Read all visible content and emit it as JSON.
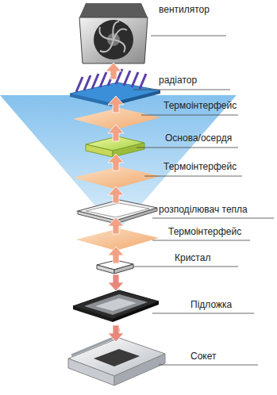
{
  "diagram": {
    "labels": [
      "вентилятор",
      "радіатор",
      "Термоінтерфейс",
      "Основа/осердя",
      "Термоінтерфейс",
      "розподілювач тепла",
      "Термоінтерфейс",
      "Кристал",
      "Підложка",
      "Сокет"
    ]
  }
}
